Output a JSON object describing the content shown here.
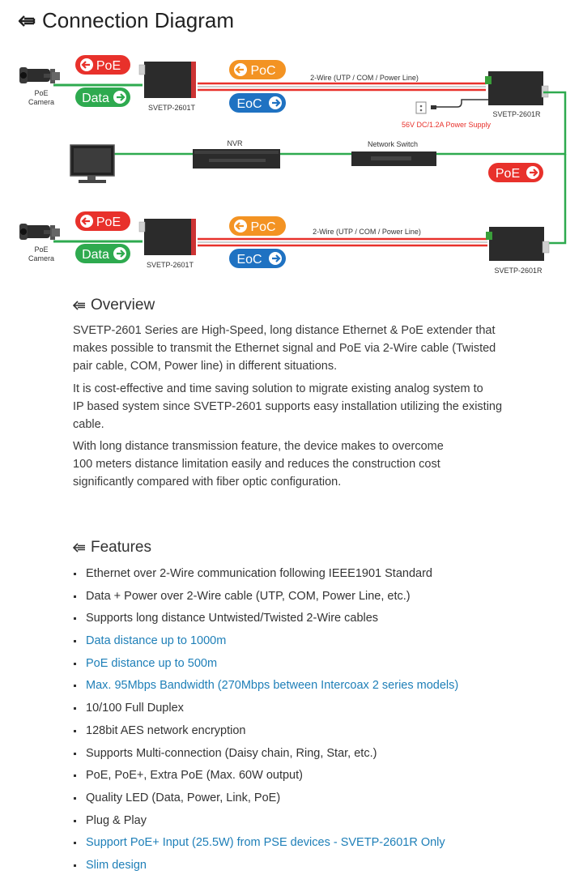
{
  "header": {
    "title": "Connection Diagram"
  },
  "diagram": {
    "camera_label_1": "PoE",
    "camera_label_2": "Camera",
    "poe_badge": "PoE",
    "data_badge": "Data",
    "poc_badge": "PoC",
    "eoc_badge": "EoC",
    "transmitter": "SVETP-2601T",
    "receiver": "SVETP-2601R",
    "wire": "2-Wire (UTP / COM / Power Line)",
    "power_supply": "56V DC/1.2A Power Supply",
    "nvr": "NVR",
    "switch": "Network Switch",
    "colors": {
      "red": "#e8312b",
      "green": "#2eaa4f",
      "orange": "#f39323",
      "blue": "#1f72c2"
    }
  },
  "overview": {
    "heading": "Overview",
    "lines": [
      "SVETP-2601 Series are High-Speed, long distance Ethernet & PoE extender that",
      "makes possible to transmit the Ethernet signal and PoE via 2-Wire cable (Twisted",
      "pair cable, COM, Power line) in different situations.",
      "It is cost-effective and time saving solution to migrate existing analog system to",
      "IP based system since SVETP-2601 supports easy installation utilizing the existing",
      "cable.",
      "With long distance transmission feature, the device makes to overcome",
      "100 meters distance limitation easily and reduces the construction cost",
      "significantly compared with fiber optic configuration."
    ]
  },
  "features": {
    "heading": "Features",
    "items": [
      {
        "text": "Ethernet over 2-Wire communication following IEEE1901 Standard",
        "highlight": false
      },
      {
        "text": "Data + Power over 2-Wire cable (UTP, COM, Power Line, etc.)",
        "highlight": false
      },
      {
        "text": "Supports long distance Untwisted/Twisted 2-Wire cables",
        "highlight": false
      },
      {
        "text": "Data distance up to 1000m",
        "highlight": true
      },
      {
        "text": "PoE distance up to 500m",
        "highlight": true
      },
      {
        "text": "Max. 95Mbps Bandwidth (270Mbps between Intercoax 2 series models)",
        "highlight": true
      },
      {
        "text": "10/100 Full Duplex",
        "highlight": false
      },
      {
        "text": "128bit AES network encryption",
        "highlight": false
      },
      {
        "text": "Supports Multi-connection (Daisy chain, Ring, Star, etc.)",
        "highlight": false
      },
      {
        "text": "PoE, PoE+, Extra PoE (Max. 60W output)",
        "highlight": false
      },
      {
        "text": "Quality LED (Data, Power, Link, PoE)",
        "highlight": false
      },
      {
        "text": "Plug & Play",
        "highlight": false
      },
      {
        "text": "Support PoE+ Input (25.5W) from PSE devices - SVETP-2601R Only",
        "highlight": true
      },
      {
        "text": "Slim design",
        "highlight": true
      }
    ]
  }
}
